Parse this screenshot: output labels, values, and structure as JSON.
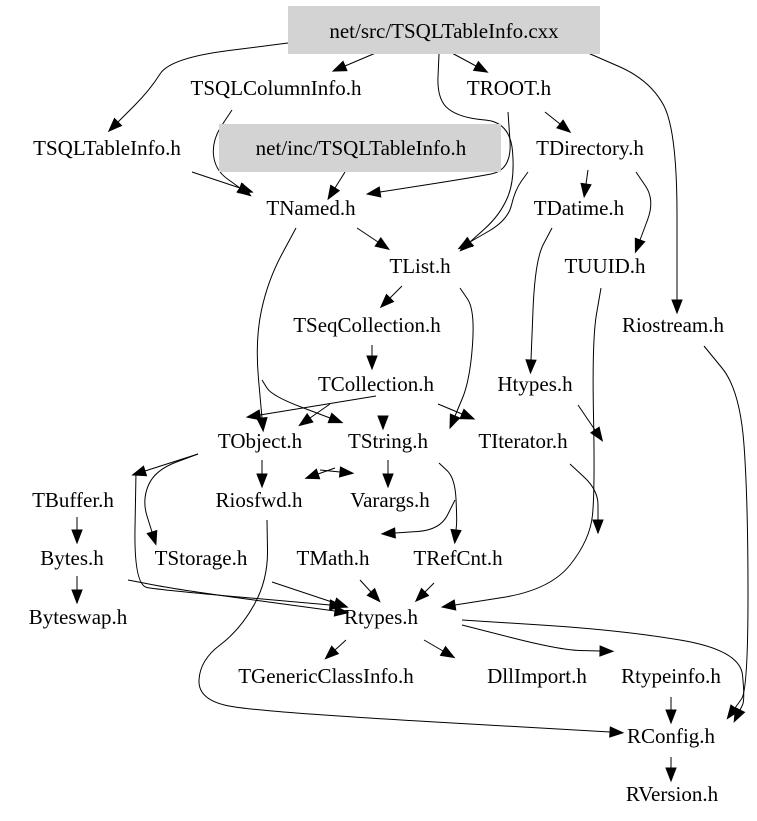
{
  "graph": {
    "title": "net/src/TSQLTableInfo.cxx",
    "highlight_color": "#d3d3d3",
    "nodes": [
      {
        "id": "src",
        "label": "net/src/TSQLTableInfo.cxx",
        "highlighted": true
      },
      {
        "id": "colinfo",
        "label": "TSQLColumnInfo.h",
        "highlighted": false
      },
      {
        "id": "troot",
        "label": "TROOT.h",
        "highlighted": false
      },
      {
        "id": "tableinfo",
        "label": "TSQLTableInfo.h",
        "highlighted": false
      },
      {
        "id": "inc",
        "label": "net/inc/TSQLTableInfo.h",
        "highlighted": true
      },
      {
        "id": "tdir",
        "label": "TDirectory.h",
        "highlighted": false
      },
      {
        "id": "tnamed",
        "label": "TNamed.h",
        "highlighted": false
      },
      {
        "id": "tdatime",
        "label": "TDatime.h",
        "highlighted": false
      },
      {
        "id": "tlist",
        "label": "TList.h",
        "highlighted": false
      },
      {
        "id": "tuuid",
        "label": "TUUID.h",
        "highlighted": false
      },
      {
        "id": "tseq",
        "label": "TSeqCollection.h",
        "highlighted": false
      },
      {
        "id": "riostream",
        "label": "Riostream.h",
        "highlighted": false
      },
      {
        "id": "tcoll",
        "label": "TCollection.h",
        "highlighted": false
      },
      {
        "id": "htypes",
        "label": "Htypes.h",
        "highlighted": false
      },
      {
        "id": "tobject",
        "label": "TObject.h",
        "highlighted": false
      },
      {
        "id": "tstring",
        "label": "TString.h",
        "highlighted": false
      },
      {
        "id": "titer",
        "label": "TIterator.h",
        "highlighted": false
      },
      {
        "id": "tbuffer",
        "label": "TBuffer.h",
        "highlighted": false
      },
      {
        "id": "riosfwd",
        "label": "Riosfwd.h",
        "highlighted": false
      },
      {
        "id": "varargs",
        "label": "Varargs.h",
        "highlighted": false
      },
      {
        "id": "bytes",
        "label": "Bytes.h",
        "highlighted": false
      },
      {
        "id": "tstorage",
        "label": "TStorage.h",
        "highlighted": false
      },
      {
        "id": "tmath",
        "label": "TMath.h",
        "highlighted": false
      },
      {
        "id": "trefcnt",
        "label": "TRefCnt.h",
        "highlighted": false
      },
      {
        "id": "byteswap",
        "label": "Byteswap.h",
        "highlighted": false
      },
      {
        "id": "rtypes",
        "label": "Rtypes.h",
        "highlighted": false
      },
      {
        "id": "tgeneric",
        "label": "TGenericClassInfo.h",
        "highlighted": false
      },
      {
        "id": "dllimport",
        "label": "DllImport.h",
        "highlighted": false
      },
      {
        "id": "rtypeinfo",
        "label": "Rtypeinfo.h",
        "highlighted": false
      },
      {
        "id": "rconfig",
        "label": "RConfig.h",
        "highlighted": false
      },
      {
        "id": "rversion",
        "label": "RVersion.h",
        "highlighted": false
      }
    ],
    "edges": [
      {
        "from": "src",
        "to": "tableinfo"
      },
      {
        "from": "src",
        "to": "colinfo"
      },
      {
        "from": "src",
        "to": "troot"
      },
      {
        "from": "src",
        "to": "tlist"
      },
      {
        "from": "src",
        "to": "riostream"
      },
      {
        "from": "colinfo",
        "to": "tnamed"
      },
      {
        "from": "tableinfo",
        "to": "tnamed"
      },
      {
        "from": "inc",
        "to": "tnamed"
      },
      {
        "from": "troot",
        "to": "tdir"
      },
      {
        "from": "troot",
        "to": "tnamed"
      },
      {
        "from": "tdir",
        "to": "tdatime"
      },
      {
        "from": "tdir",
        "to": "tuuid"
      },
      {
        "from": "tdir",
        "to": "tlist"
      },
      {
        "from": "tnamed",
        "to": "tlist"
      },
      {
        "from": "tnamed",
        "to": "tobject"
      },
      {
        "from": "tnamed",
        "to": "tstring"
      },
      {
        "from": "tdatime",
        "to": "htypes"
      },
      {
        "from": "tlist",
        "to": "tseq"
      },
      {
        "from": "tlist",
        "to": "titer"
      },
      {
        "from": "tseq",
        "to": "tcoll"
      },
      {
        "from": "tcoll",
        "to": "tobject"
      },
      {
        "from": "tcoll",
        "to": "tstring"
      },
      {
        "from": "tcoll",
        "to": "titer"
      },
      {
        "from": "tuuid",
        "to": "rtypes"
      },
      {
        "from": "htypes",
        "to": "rtypes"
      },
      {
        "from": "titer",
        "to": "rtypes"
      },
      {
        "from": "riostream",
        "to": "rconfig"
      },
      {
        "from": "tobject",
        "to": "tbuffer"
      },
      {
        "from": "tobject",
        "to": "riosfwd"
      },
      {
        "from": "tobject",
        "to": "varargs"
      },
      {
        "from": "tobject",
        "to": "tstorage"
      },
      {
        "from": "tobject",
        "to": "rtypes"
      },
      {
        "from": "tstring",
        "to": "riosfwd"
      },
      {
        "from": "tstring",
        "to": "varargs"
      },
      {
        "from": "tstring",
        "to": "trefcnt"
      },
      {
        "from": "tstring",
        "to": "tmath"
      },
      {
        "from": "tbuffer",
        "to": "bytes"
      },
      {
        "from": "bytes",
        "to": "byteswap"
      },
      {
        "from": "bytes",
        "to": "rtypes"
      },
      {
        "from": "riosfwd",
        "to": "rconfig"
      },
      {
        "from": "tstorage",
        "to": "rtypes"
      },
      {
        "from": "tmath",
        "to": "rtypes"
      },
      {
        "from": "trefcnt",
        "to": "rtypes"
      },
      {
        "from": "rtypes",
        "to": "tgeneric"
      },
      {
        "from": "rtypes",
        "to": "dllimport"
      },
      {
        "from": "rtypes",
        "to": "rtypeinfo"
      },
      {
        "from": "rtypes",
        "to": "rconfig"
      },
      {
        "from": "rtypeinfo",
        "to": "rconfig"
      },
      {
        "from": "rconfig",
        "to": "rversion"
      }
    ]
  }
}
